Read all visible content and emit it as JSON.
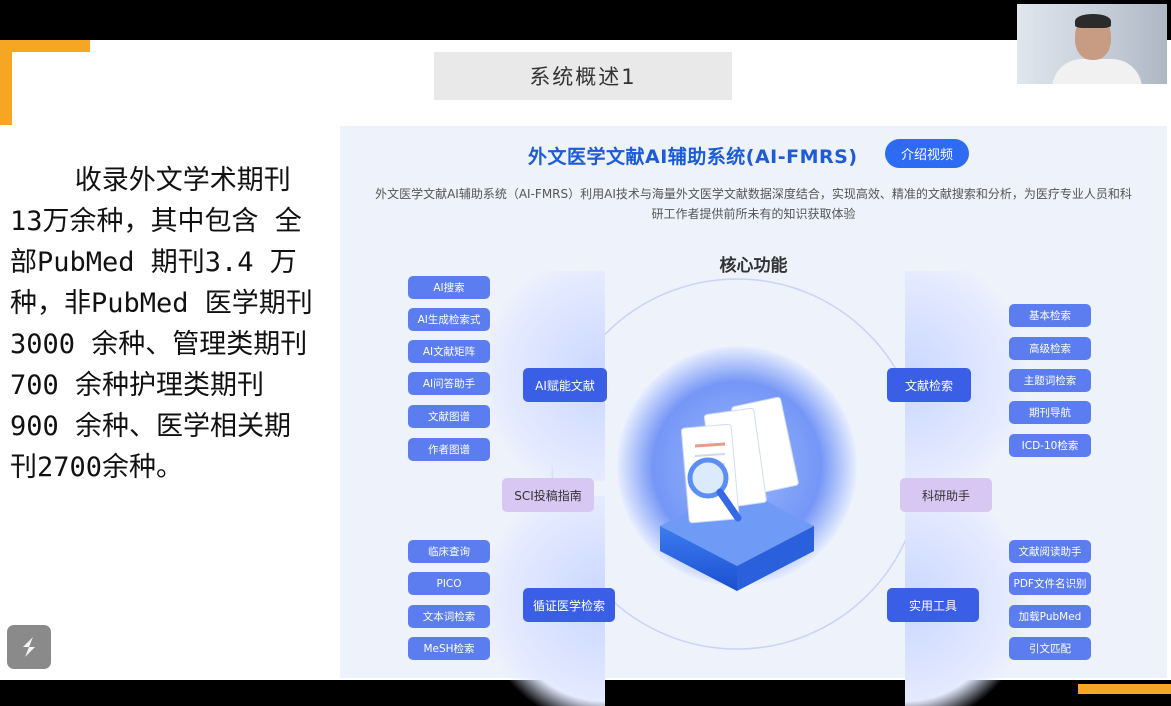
{
  "slide": {
    "title": "系统概述1",
    "left_text": "收录外文学术期刊13万余种，其中包含 全部PubMed 期刊3.4 万种，非PubMed 医学期刊3000 余种、管理类期刊 700 余种护理类期刊 900 余种、医学相关期刊2700余种。"
  },
  "panel": {
    "title": "外文医学文献AI辅助系统(AI-FMRS)",
    "video_button": "介绍视频",
    "description": "外文医学文献AI辅助系统（AI-FMRS）利用AI技术与海量外文医学文献数据深度结合，实现高效、精准的文献搜索和分析，为医疗专业人员和科研工作者提供前所未有的知识获取体验",
    "core_title": "核心功能",
    "groups": {
      "ai": {
        "label": "AI赋能文献",
        "items": [
          "AI搜索",
          "AI生成检索式",
          "AI文献矩阵",
          "AI问答助手",
          "文献图谱",
          "作者图谱"
        ]
      },
      "search": {
        "label": "文献检索",
        "items": [
          "基本检索",
          "高级检索",
          "主题词检索",
          "期刊导航",
          "ICD-10检索"
        ]
      },
      "ebm": {
        "label": "循证医学检索",
        "items": [
          "临床查询",
          "PICO",
          "文本词检索",
          "MeSH检索"
        ]
      },
      "tools": {
        "label": "实用工具",
        "items": [
          "文献阅读助手",
          "PDF文件名识别",
          "加载PubMed",
          "引文匹配"
        ]
      },
      "sci": {
        "label": "SCI投稿指南"
      },
      "research": {
        "label": "科研助手"
      }
    }
  },
  "colors": {
    "accent": "#f5a623",
    "brand_blue": "#1c5bd9",
    "button_blue": "#2d6cf2",
    "pill_blue": "#5c7df0",
    "side_purple": "#d7c7f2"
  },
  "icons": [
    "app-logo-icon",
    "magnifier-icon",
    "documents-icon"
  ]
}
